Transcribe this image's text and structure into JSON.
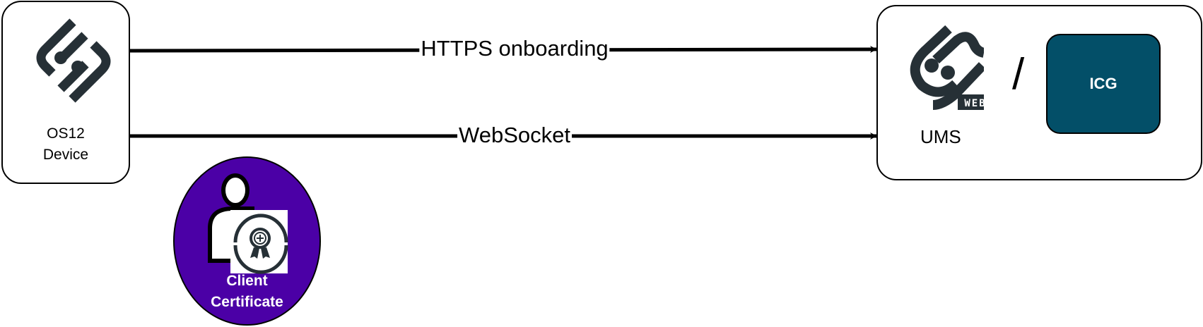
{
  "nodes": {
    "device": {
      "line1": "OS12",
      "line2": "Device",
      "icon": "os12-logo-icon"
    },
    "ums": {
      "label": "UMS",
      "badge": "WEB",
      "icon": "ums-web-logo-icon",
      "separator": "/"
    },
    "icg": {
      "label": "ICG",
      "color": "#034f68"
    },
    "certificate": {
      "line1": "Client",
      "line2": "Certificate",
      "color": "#4b00a6",
      "icon": "user-certificate-icon"
    }
  },
  "edges": [
    {
      "from": "device",
      "to": "ums",
      "label": "HTTPS onboarding"
    },
    {
      "from": "device",
      "to": "ums",
      "label": "WebSocket"
    }
  ],
  "colors": {
    "logo": "#263036",
    "stroke": "#000000"
  }
}
